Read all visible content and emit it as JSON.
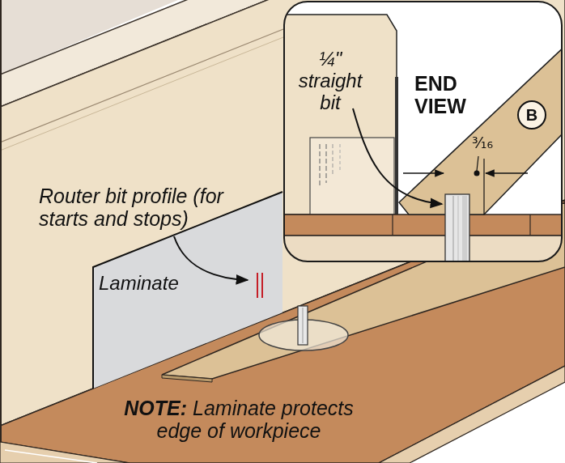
{
  "diagram": {
    "nodes": [
      {
        "text": [
          "END VIEW"
        ]
      },
      {
        "text": [
          "B"
        ],
        "in": 0
      },
      {
        "text": [
          "Laminate"
        ]
      }
    ],
    "labels": [
      "Router bit profile (for starts and stops)",
      "¼\" straight bit",
      "³⁄₁₆",
      "NOTE:",
      "Laminate protects edge of workpiece"
    ]
  }
}
